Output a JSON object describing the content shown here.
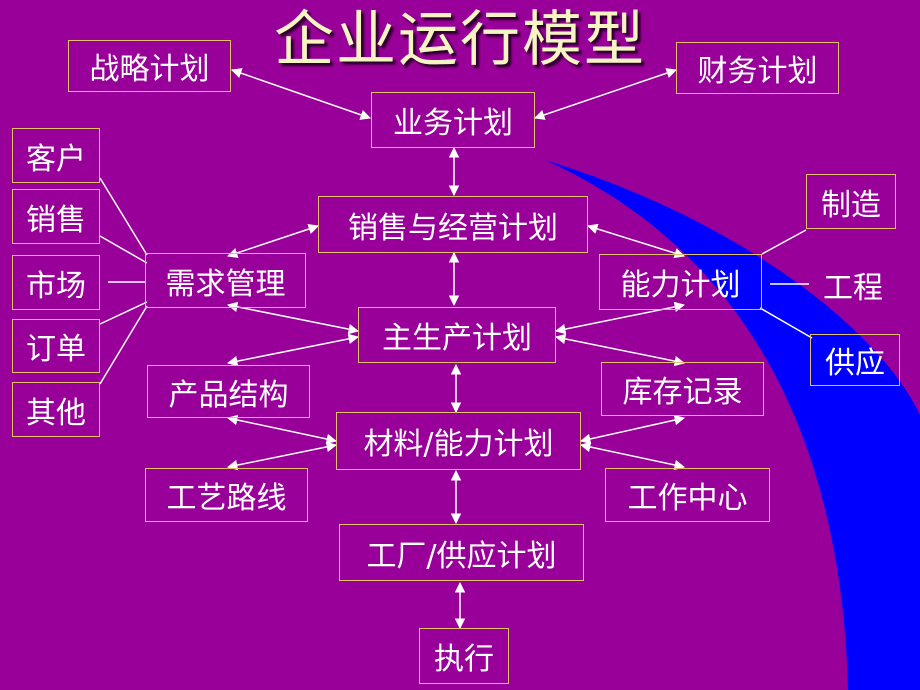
{
  "title": "企业运行模型",
  "nodes": {
    "strategy": "战略计划",
    "finance": "财务计划",
    "business": "业务计划",
    "sales_ops": "销售与经营计划",
    "demand": "需求管理",
    "capacity": "能力计划",
    "mps": "主生产计划",
    "bom": "产品结构",
    "inventory": "库存记录",
    "mrp": "材料/能力计划",
    "routing": "工艺路线",
    "workcenter": "工作中心",
    "plant": "工厂/供应计划",
    "execute": "执行",
    "customer": "客户",
    "sales": "销售",
    "market": "市场",
    "orders": "订单",
    "other": "其他",
    "manufacture": "制造",
    "engineering": "工程",
    "supply": "供应"
  },
  "colors": {
    "background": "#990099",
    "accent": "#0000ff",
    "line": "#ffffff",
    "border": "#e2c06a",
    "title": "#f7f4c4"
  }
}
